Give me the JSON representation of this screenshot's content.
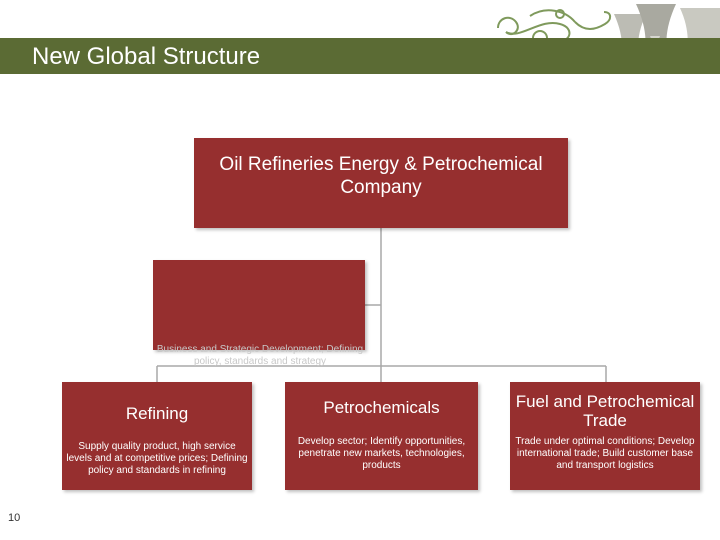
{
  "slide": {
    "title": "New Global Structure",
    "page_number": "10"
  },
  "org": {
    "root": {
      "label": "Oil Refineries Energy & Petrochemical Company"
    },
    "staff": {
      "label": "",
      "description": "Business and Strategic Development; Defining policy, standards and strategy"
    },
    "divisions": [
      {
        "title": "Refining",
        "description": "Supply quality product, high service levels and at competitive prices; Defining policy and standards in refining"
      },
      {
        "title": "Petrochemicals",
        "description": "Develop sector; Identify opportunities, penetrate new markets, technologies, products"
      },
      {
        "title": "Fuel and Petrochemical Trade",
        "description": "Trade under optimal conditions; Develop international trade; Build customer base and transport logistics"
      }
    ]
  },
  "colors": {
    "title_bar": "#5b6b34",
    "box_fill": "#962f2f",
    "connector": "#a8a8a8",
    "ornament": "#7f9a5c",
    "tower": "#a9a9a0"
  },
  "decoration": {
    "ornament": "green-swirl-ornament",
    "towers": "cooling-tower-icon"
  }
}
